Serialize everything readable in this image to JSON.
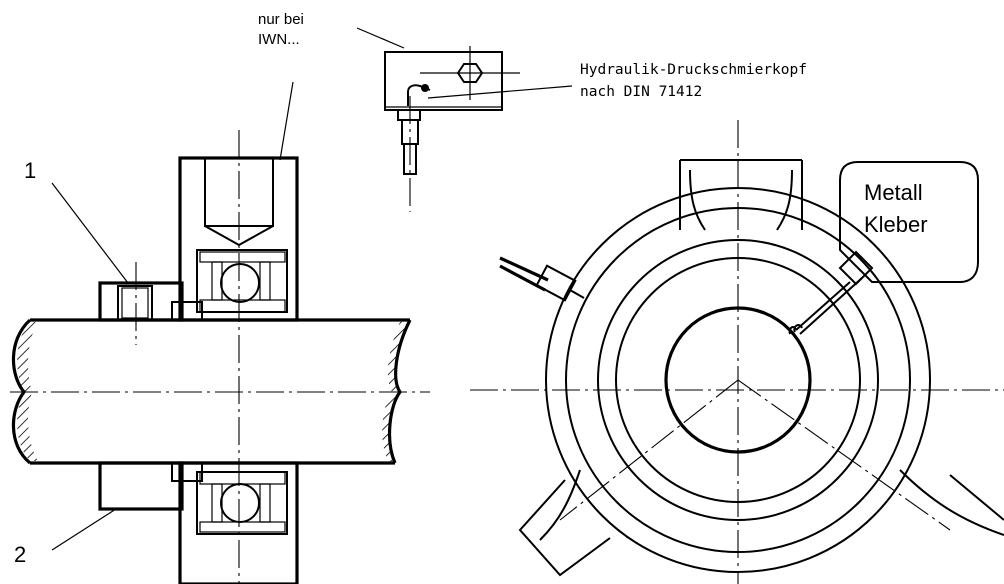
{
  "labels": {
    "callout_1": "1",
    "callout_2": "2",
    "note_line1": "nur bei",
    "note_line2": "IWN...",
    "fitting_line1": "Hydraulik-Druckschmierkopf",
    "fitting_line2": "nach DIN 71412",
    "bubble_line1": "Metall",
    "bubble_line2": "Kleber"
  },
  "colors": {
    "ink": "#000000",
    "paper": "#ffffff"
  }
}
